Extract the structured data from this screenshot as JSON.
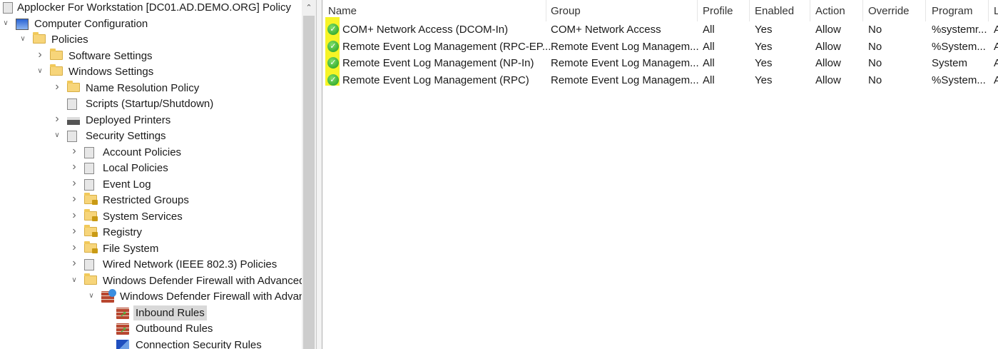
{
  "tree": [
    {
      "label": "Applocker For Workstation [DC01.AD.DEMO.ORG] Policy",
      "level": 0,
      "expander": "",
      "icon": "policy-scroll-icon"
    },
    {
      "label": "Computer Configuration",
      "level": 1,
      "expander": "expanded",
      "icon": "computer-icon"
    },
    {
      "label": "Policies",
      "level": 2,
      "expander": "expanded",
      "icon": "folder-icon"
    },
    {
      "label": "Software Settings",
      "level": 3,
      "expander": "collapsed",
      "icon": "folder-icon"
    },
    {
      "label": "Windows Settings",
      "level": 3,
      "expander": "expanded",
      "icon": "folder-icon"
    },
    {
      "label": "Name Resolution Policy",
      "level": 4,
      "expander": "collapsed",
      "icon": "folder-icon"
    },
    {
      "label": "Scripts (Startup/Shutdown)",
      "level": 4,
      "expander": "",
      "icon": "script-icon"
    },
    {
      "label": "Deployed Printers",
      "level": 4,
      "expander": "collapsed",
      "icon": "printer-icon"
    },
    {
      "label": "Security Settings",
      "level": 4,
      "expander": "expanded",
      "icon": "security-settings-icon"
    },
    {
      "label": "Account Policies",
      "level": 5,
      "expander": "collapsed",
      "icon": "policy-doc-icon"
    },
    {
      "label": "Local Policies",
      "level": 5,
      "expander": "collapsed",
      "icon": "policy-doc-icon"
    },
    {
      "label": "Event Log",
      "level": 5,
      "expander": "collapsed",
      "icon": "policy-doc-icon"
    },
    {
      "label": "Restricted Groups",
      "level": 5,
      "expander": "collapsed",
      "icon": "locked-folder-icon"
    },
    {
      "label": "System Services",
      "level": 5,
      "expander": "collapsed",
      "icon": "locked-folder-icon"
    },
    {
      "label": "Registry",
      "level": 5,
      "expander": "collapsed",
      "icon": "locked-folder-icon"
    },
    {
      "label": "File System",
      "level": 5,
      "expander": "collapsed",
      "icon": "locked-folder-icon"
    },
    {
      "label": "Wired Network (IEEE 802.3) Policies",
      "level": 5,
      "expander": "collapsed",
      "icon": "network-policy-icon"
    },
    {
      "label": "Windows Defender Firewall with Advanced",
      "level": 5,
      "expander": "expanded",
      "icon": "folder-icon"
    },
    {
      "label": "Windows Defender Firewall with Advanc",
      "level": 6,
      "expander": "expanded",
      "icon": "firewall-globe-icon"
    },
    {
      "label": "Inbound Rules",
      "level": 7,
      "expander": "",
      "icon": "inbound-rules-icon",
      "selected": true
    },
    {
      "label": "Outbound Rules",
      "level": 7,
      "expander": "",
      "icon": "outbound-rules-icon"
    },
    {
      "label": "Connection Security Rules",
      "level": 7,
      "expander": "",
      "icon": "connection-security-icon"
    }
  ],
  "columns": [
    "Name",
    "Group",
    "Profile",
    "Enabled",
    "Action",
    "Override",
    "Program",
    "L"
  ],
  "rows": [
    [
      "COM+ Network Access (DCOM-In)",
      "COM+ Network Access",
      "All",
      "Yes",
      "Allow",
      "No",
      "%systemr...",
      "A"
    ],
    [
      "Remote Event Log Management (RPC-EP...",
      "Remote Event Log Managem...",
      "All",
      "Yes",
      "Allow",
      "No",
      "%System...",
      "A"
    ],
    [
      "Remote Event Log Management (NP-In)",
      "Remote Event Log Managem...",
      "All",
      "Yes",
      "Allow",
      "No",
      "System",
      "A"
    ],
    [
      "Remote Event Log Management (RPC)",
      "Remote Event Log Managem...",
      "All",
      "Yes",
      "Allow",
      "No",
      "%System...",
      "A"
    ]
  ],
  "row_icon": "enabled-check-icon",
  "highlight_color": "#f5f200"
}
